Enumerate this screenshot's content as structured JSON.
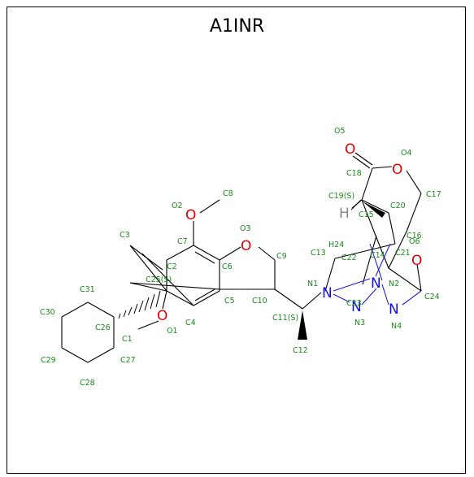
{
  "title": "A1INR",
  "atoms": {
    "O5": "O",
    "O4": "O",
    "O2": "O",
    "O3": "O",
    "O1": "O",
    "O6": "O",
    "N1": "N",
    "N2": "N",
    "N3": "N",
    "N4": "N",
    "H": "H"
  },
  "labels": {
    "O5": "O5",
    "O4": "O4",
    "C18": "C18",
    "C17": "C17",
    "C19": "C19(S)",
    "C20": "C20",
    "C15": "C15",
    "C16": "C16",
    "O6": "O6",
    "C21": "C21",
    "C22": "C22",
    "C14": "C14",
    "H24": "H24",
    "C13": "C13",
    "N2": "N2",
    "N1": "N1",
    "C24": "C24",
    "N3": "N3",
    "N4": "N4",
    "C23": "C23",
    "C11": "C11(S)",
    "C12": "C12",
    "C10": "C10",
    "C9": "C9",
    "C8": "C8",
    "O2": "O2",
    "O3": "O3",
    "C7": "C7",
    "C6": "C6",
    "C5": "C5",
    "C4": "C4",
    "C2": "C2",
    "C3": "C3",
    "C25": "C25(S)",
    "C1": "C1",
    "O1": "O1",
    "C26": "C26",
    "C27": "C27",
    "C28": "C28",
    "C29": "C29",
    "C30": "C30",
    "C31": "C31"
  }
}
